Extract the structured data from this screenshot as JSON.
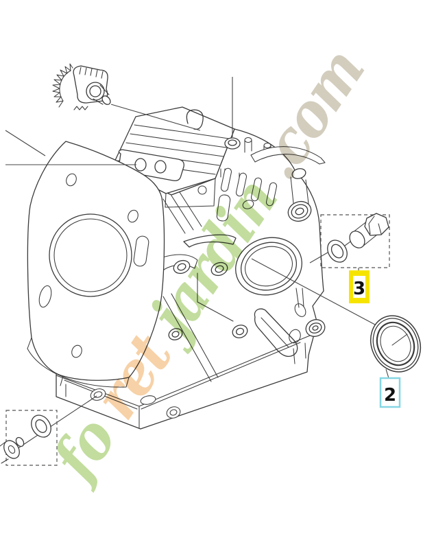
{
  "canvas": {
    "background": "#ffffff",
    "line_color": "#3a3a3a"
  },
  "watermark": {
    "text": "foretjardin.com",
    "seg_green_start": "fo",
    "seg_orange": "ret",
    "seg_green_end": "jardin",
    "seg_domain": ".com",
    "green": "#b5d688",
    "orange": "#f6c793",
    "tan": "#c9c2b0"
  },
  "callouts": {
    "item3": {
      "label": "3",
      "highlight_color": "#f6e400",
      "text_color": "#111111"
    },
    "item2": {
      "label": "2",
      "border_color": "#85d6e3",
      "text_color": "#111111"
    }
  }
}
